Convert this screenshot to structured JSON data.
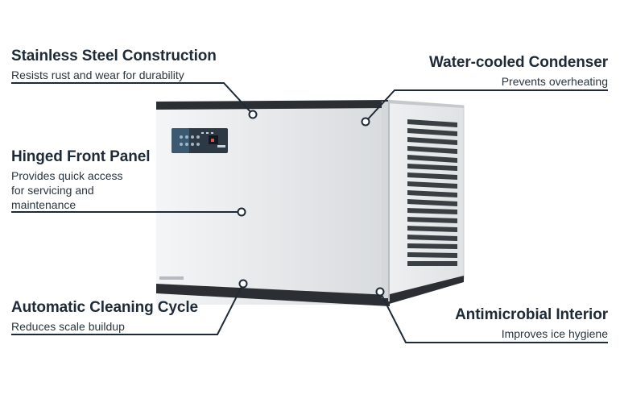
{
  "callouts": {
    "stainless": {
      "title": "Stainless Steel Construction",
      "desc": "Resists rust and wear for durability"
    },
    "water_cooled": {
      "title": "Water-cooled Condenser",
      "desc": "Prevents overheating"
    },
    "hinged": {
      "title": "Hinged Front Panel",
      "desc": [
        "Provides quick access",
        "for servicing and",
        "maintenance"
      ]
    },
    "cleaning": {
      "title": "Automatic Cleaning Cycle",
      "desc": "Reduces scale buildup"
    },
    "antimicrobial": {
      "title": "Antimicrobial Interior",
      "desc": "Improves ice hygiene"
    }
  },
  "colors": {
    "text": "#1e2a37",
    "leader_line": "#1e2a37",
    "steel": "#e3e6e8",
    "trim": "#2b2f33"
  },
  "icons": [
    "leader-dot",
    "control-panel",
    "vent-grille"
  ]
}
